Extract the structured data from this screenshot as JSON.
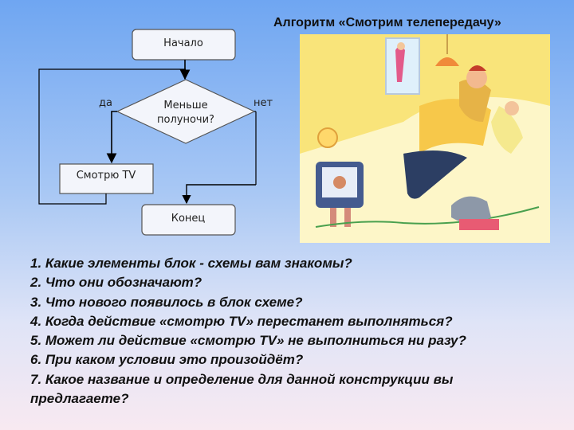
{
  "title": "Алгоритм «Смотрим телепередачу»",
  "flowchart": {
    "start": "Начало",
    "condition_line1": "Меньше",
    "condition_line2": "полуночи?",
    "yes": "да",
    "no": "нет",
    "action": "Смотрю TV",
    "end": "Конец"
  },
  "questions": [
    "1. Какие элементы блок - схемы вам знакомы?",
    "2. Что они обозначают?",
    "3. Что нового появилось в блок схеме?",
    "4. Когда действие «смотрю TV» перестанет выполняться?",
    "5. Может ли действие «смотрю TV» не выполниться ни разу?",
    "6. При каком условии это произойдёт?",
    "7. Какое название и определение для данной конструкции вы",
    "предлагаете?"
  ],
  "colors": {
    "box_fill": "#f3f5fb",
    "box_stroke": "#555555"
  }
}
